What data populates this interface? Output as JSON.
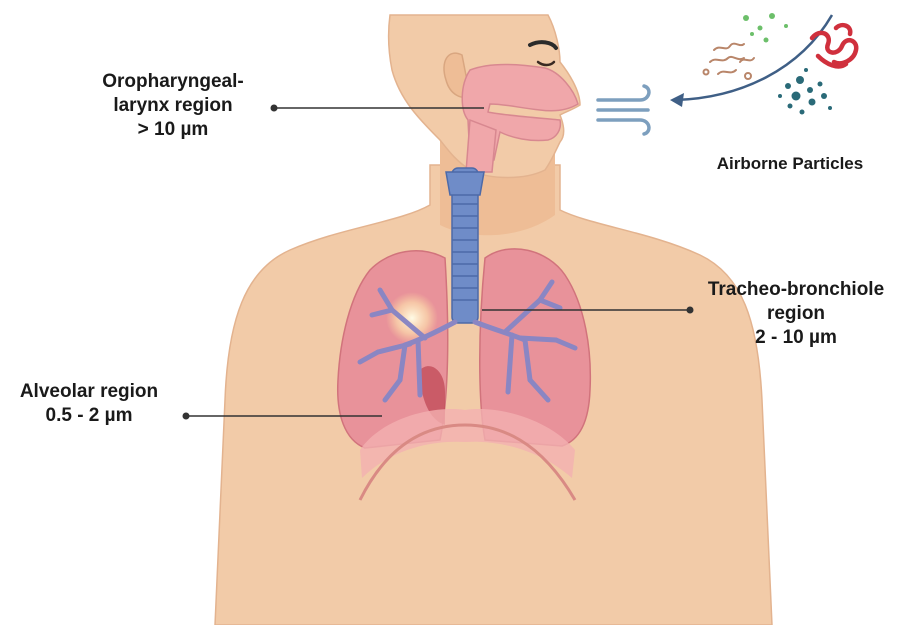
{
  "labels": {
    "oropharyngeal": [
      "Oropharyngeal-",
      "larynx region",
      "> 10 µm"
    ],
    "alveolar": [
      "Alveolar region",
      "0.5 - 2 µm"
    ],
    "tracheo": [
      "Tracheo-bronchiole",
      "region",
      "2 - 10 µm"
    ],
    "airborne": "Airborne Particles"
  },
  "colors": {
    "skin": "#f2cba8",
    "airway": "#f0a7aa",
    "lung": "#e8909a",
    "trachea": "#6f8cc8",
    "bronchi": "#8a86c3",
    "particles_green": "#6cbf6a",
    "particles_red": "#d0303d",
    "particles_teal": "#2a6a78",
    "particles_brown": "#b9866a"
  }
}
